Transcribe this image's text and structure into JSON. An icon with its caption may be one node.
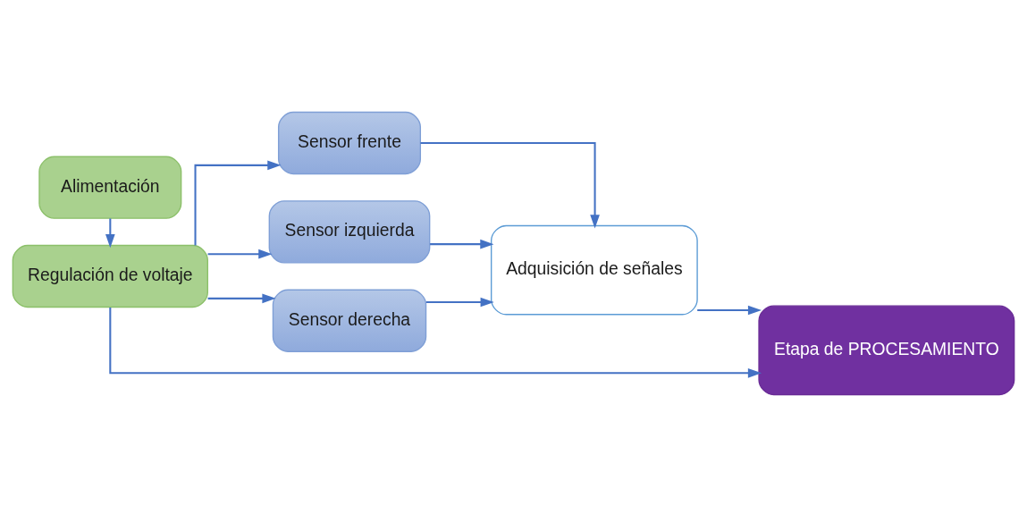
{
  "diagram": {
    "nodes": [
      {
        "text": [
          "Regulación de voltaje"
        ]
      },
      {
        "text": [
          "Alimentación"
        ]
      },
      {
        "text": [
          "Sensor frente"
        ]
      },
      {
        "text": [
          "Sensor izquierda"
        ]
      },
      {
        "text": [
          "Sensor derecha"
        ]
      },
      {
        "text": [
          "Adquisición de señales"
        ]
      },
      {
        "text": [
          "Etapa de PROCESAMIENTO"
        ]
      }
    ],
    "edges": [
      {
        "from": 1,
        "to": 0,
        "arrow": "to"
      },
      {
        "from": 0,
        "to": 2,
        "arrow": "to"
      },
      {
        "from": 0,
        "to": 3,
        "arrow": "to"
      },
      {
        "from": 0,
        "to": 4,
        "arrow": "to"
      },
      {
        "from": 0,
        "to": 6,
        "arrow": "to"
      },
      {
        "from": 2,
        "to": 5,
        "arrow": "to"
      },
      {
        "from": 3,
        "to": 5,
        "arrow": "to"
      },
      {
        "from": 4,
        "to": 5,
        "arrow": "to"
      },
      {
        "from": 5,
        "to": 6,
        "arrow": "to"
      }
    ]
  }
}
